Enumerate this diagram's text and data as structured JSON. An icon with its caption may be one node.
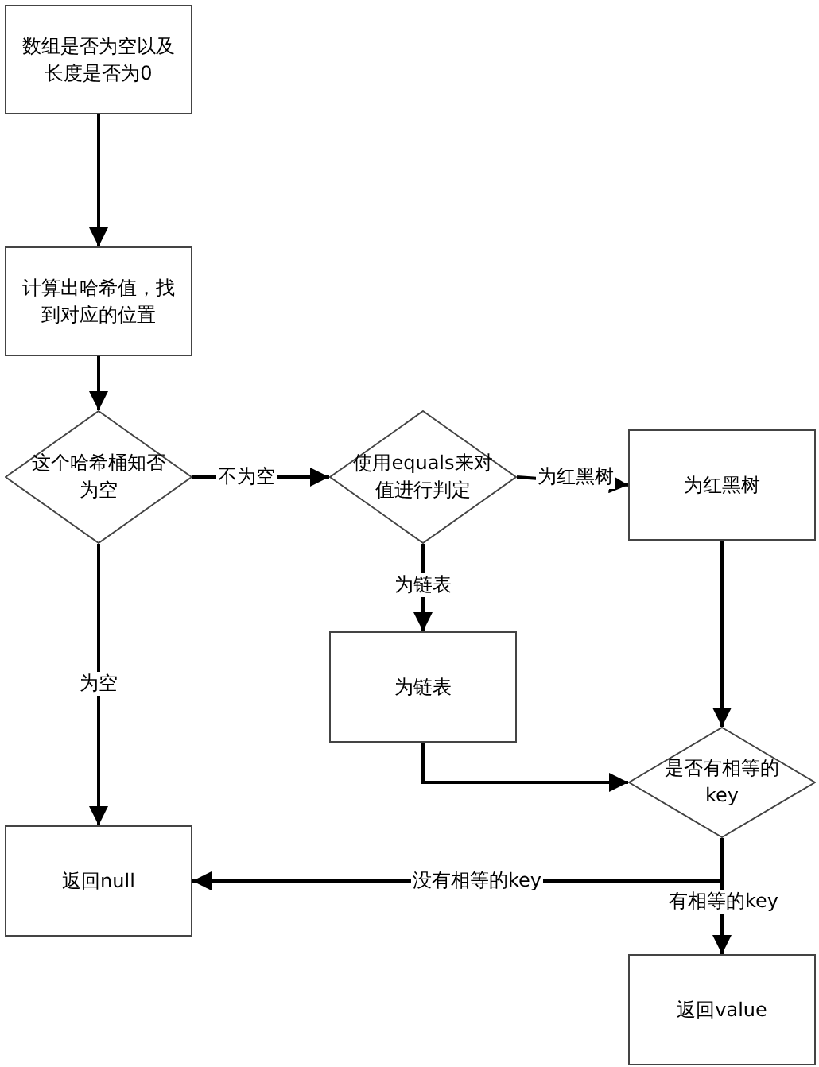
{
  "diagram": {
    "nodes": [
      {
        "text": [
          "数组是否为空以及长度是否为0"
        ]
      },
      {
        "text": [
          "计算出哈希值，找到对应的位置"
        ]
      },
      {
        "text": [
          "这个哈希桶知否为空"
        ]
      },
      {
        "text": [
          "使用equals来对值进行判定"
        ]
      },
      {
        "text": [
          "为红黑树"
        ]
      },
      {
        "text": [
          "为链表"
        ]
      },
      {
        "text": [
          "是否有相等的key"
        ]
      },
      {
        "text": [
          "返回null"
        ]
      },
      {
        "text": [
          "返回value"
        ]
      }
    ],
    "edges": [
      {
        "from": 0,
        "to": 1,
        "arrow": "to"
      },
      {
        "from": 1,
        "to": 2,
        "arrow": "to"
      },
      {
        "from": 2,
        "to": 3,
        "arrow": "to",
        "label": "不为空"
      },
      {
        "from": 3,
        "to": 4,
        "arrow": "to",
        "label": "为红黑树"
      },
      {
        "from": 3,
        "to": 5,
        "arrow": "to",
        "label": "为链表"
      },
      {
        "from": 2,
        "to": 7,
        "arrow": "to",
        "label": "为空"
      },
      {
        "from": 4,
        "to": 6,
        "arrow": "to"
      },
      {
        "from": 5,
        "to": 6,
        "arrow": "to"
      },
      {
        "from": 6,
        "to": 7,
        "arrow": "to",
        "label": "没有相等的key"
      },
      {
        "from": 6,
        "to": 8,
        "arrow": "to",
        "label": "有相等的key"
      }
    ]
  }
}
